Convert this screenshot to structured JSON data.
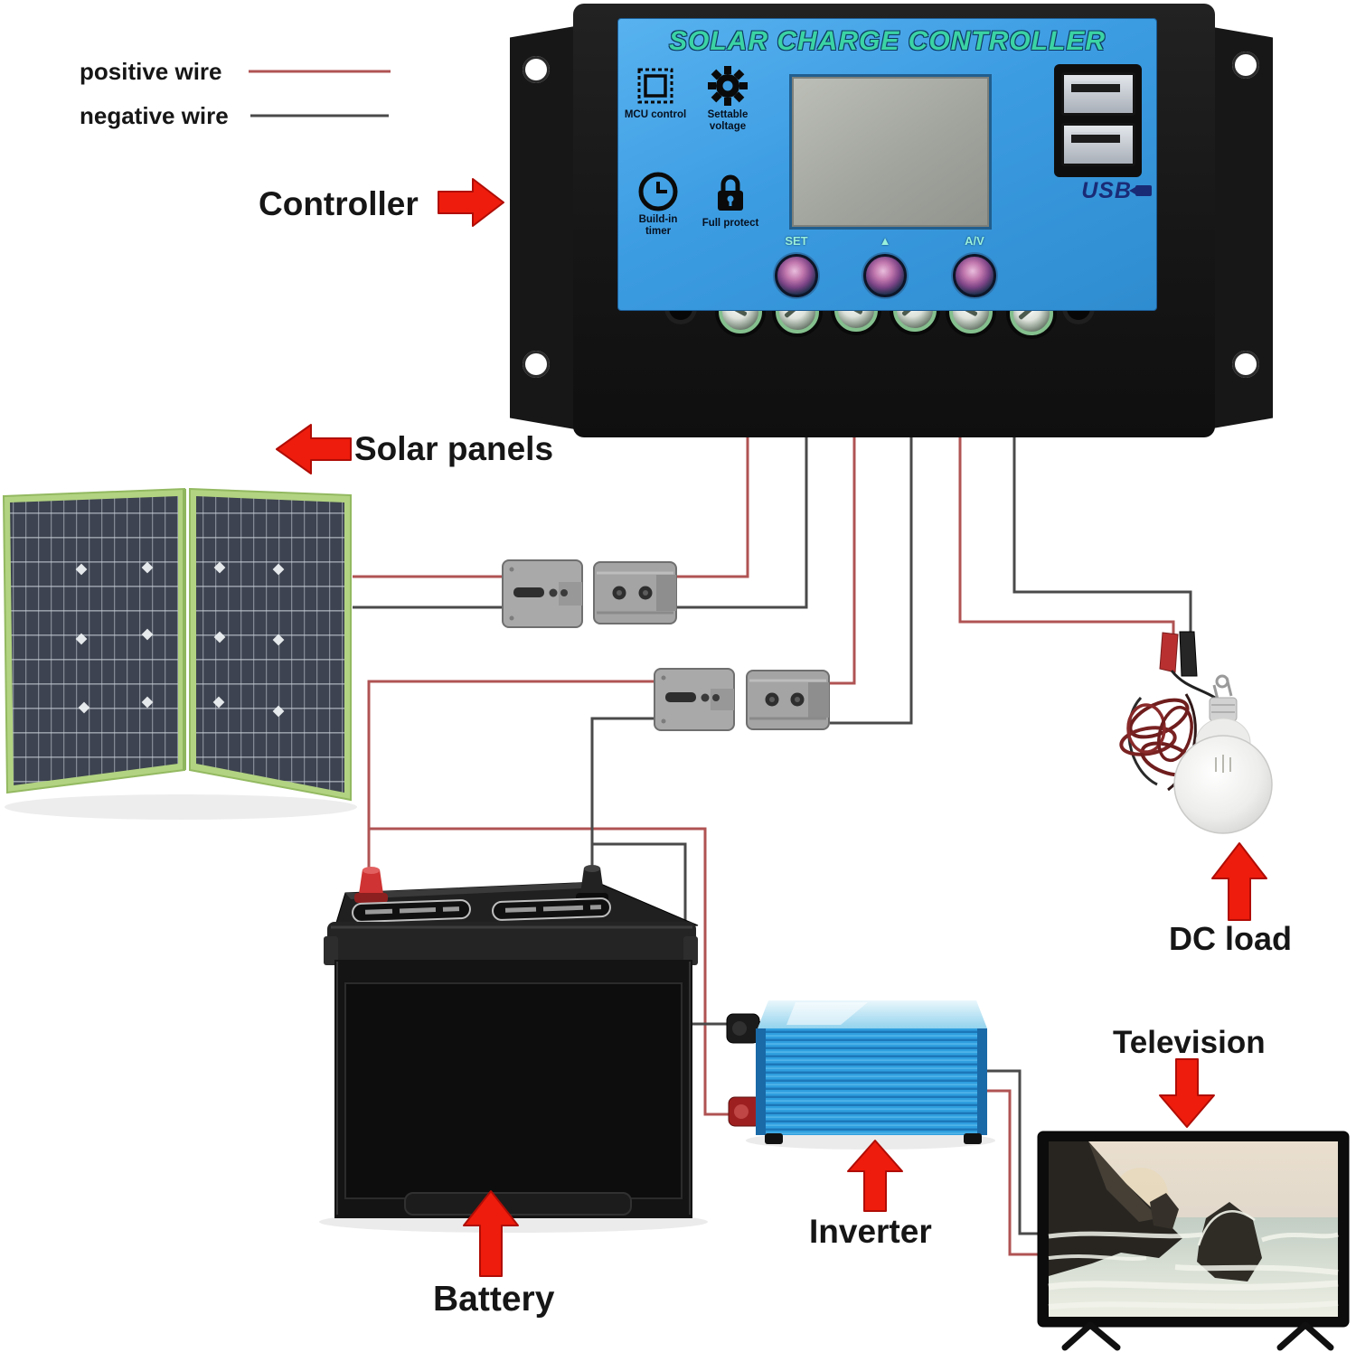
{
  "legend": {
    "positive_label": "positive wire",
    "negative_label": "negative wire",
    "positive_color": "#b05353",
    "negative_color": "#4a4a4a"
  },
  "annotations": {
    "controller": "Controller",
    "solar_panels": "Solar panels",
    "battery": "Battery",
    "inverter": "Inverter",
    "dc_load": "DC load",
    "television": "Television"
  },
  "controller": {
    "title": "SOLAR CHARGE CONTROLLER",
    "features": [
      {
        "icon": "chip-icon",
        "label": "MCU control"
      },
      {
        "icon": "gear-icon",
        "label": "Settable voltage"
      },
      {
        "icon": "clock-icon",
        "label": "Build-in timer"
      },
      {
        "icon": "lock-icon",
        "label": "Full protect"
      }
    ],
    "buttons": [
      {
        "label": "SET"
      },
      {
        "label": "▲"
      },
      {
        "label": "A/V"
      }
    ],
    "usb_label": "USB",
    "terminal_icons": [
      "solar-panel-icon",
      "battery-icon",
      "lamp-icon"
    ]
  },
  "colors": {
    "arrow_red": "#ee1c0c",
    "controller_blue": "#3c9ce2",
    "title_teal": "#3bd3a4",
    "inverter_blue": "#2f9fdf",
    "panel_frame_green": "#b2d381",
    "battery_black": "#141414"
  }
}
